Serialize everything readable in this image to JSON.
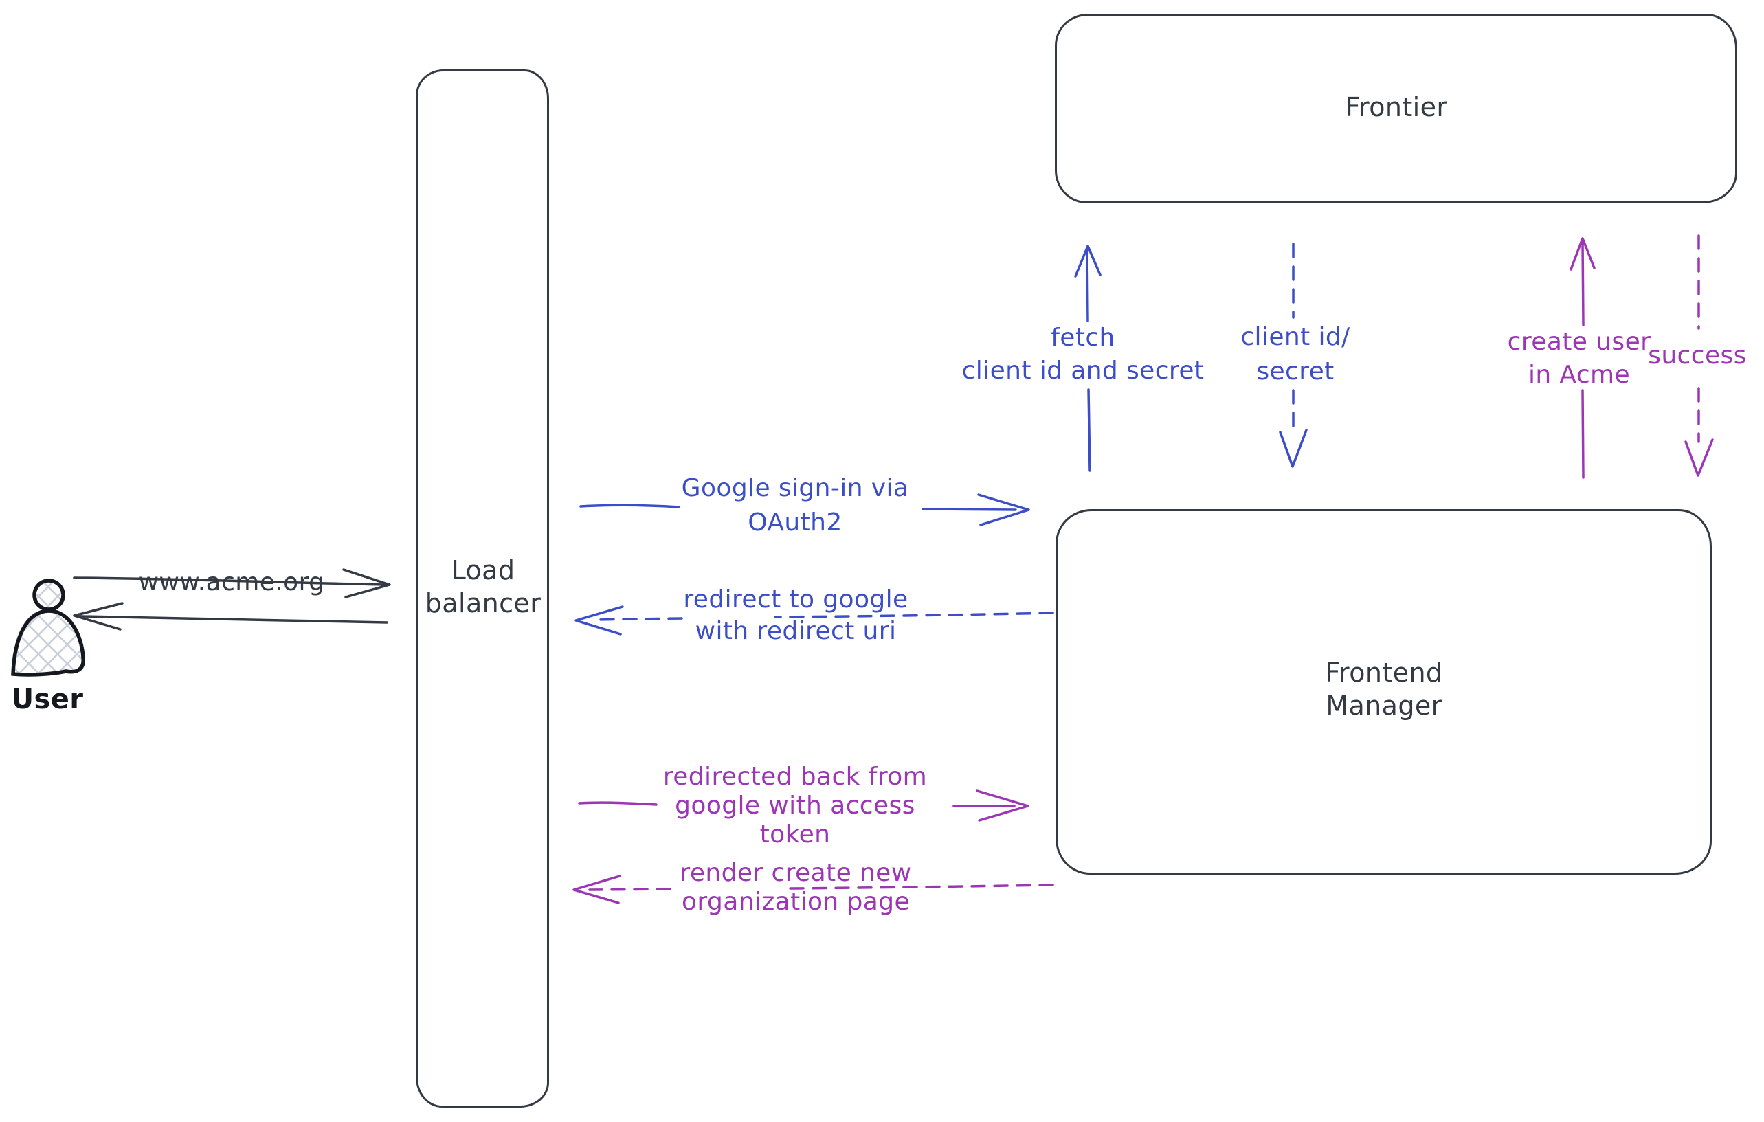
{
  "title": "Google OAuth2 sign-in flow diagram",
  "colors": {
    "dark": "#343a43",
    "ink": "#15181e",
    "blue": "#3b4ec7",
    "purple": "#9c36b5",
    "hatch": "#c9d0da"
  },
  "nodes": {
    "user": {
      "label": "User"
    },
    "load_balancer": {
      "lines": [
        "Load",
        "balancer"
      ]
    },
    "frontier": {
      "label": "Frontier"
    },
    "frontend_manager": {
      "lines": [
        "Frontend",
        "Manager"
      ]
    }
  },
  "arrows": {
    "www_acme": {
      "lines": [
        "www.acme.org"
      ],
      "style": "solid",
      "color": "dark",
      "from": "user",
      "to": "load-balancer"
    },
    "lb_to_user": {
      "lines": [],
      "style": "solid",
      "color": "dark",
      "from": "load-balancer",
      "to": "user"
    },
    "google_signin": {
      "lines": [
        "Google sign-in via",
        "OAuth2"
      ],
      "style": "solid",
      "color": "blue",
      "from": "load-balancer",
      "to": "frontend-manager"
    },
    "redirect_google": {
      "lines": [
        "redirect to google",
        "with redirect uri"
      ],
      "style": "dashed",
      "color": "blue",
      "from": "frontend-manager",
      "to": "load-balancer"
    },
    "fetch_secret": {
      "lines": [
        "fetch",
        "client id and secret"
      ],
      "style": "solid",
      "color": "blue",
      "from": "frontend-manager",
      "to": "frontier"
    },
    "client_id_secret": {
      "lines": [
        "client id/",
        "secret"
      ],
      "style": "dashed",
      "color": "blue",
      "from": "frontier",
      "to": "frontend-manager"
    },
    "create_user": {
      "lines": [
        "create user",
        "in Acme"
      ],
      "style": "solid",
      "color": "purple",
      "from": "frontend-manager",
      "to": "frontier"
    },
    "success": {
      "lines": [
        "success"
      ],
      "style": "dashed",
      "color": "purple",
      "from": "frontier",
      "to": "frontend-manager"
    },
    "redirected_back": {
      "lines": [
        "redirected back from",
        "google with access",
        "token"
      ],
      "style": "solid",
      "color": "purple",
      "from": "load-balancer",
      "to": "frontend-manager"
    },
    "render_org_page": {
      "lines": [
        "render create new",
        "organization page"
      ],
      "style": "dashed",
      "color": "purple",
      "from": "frontend-manager",
      "to": "load-balancer"
    }
  }
}
